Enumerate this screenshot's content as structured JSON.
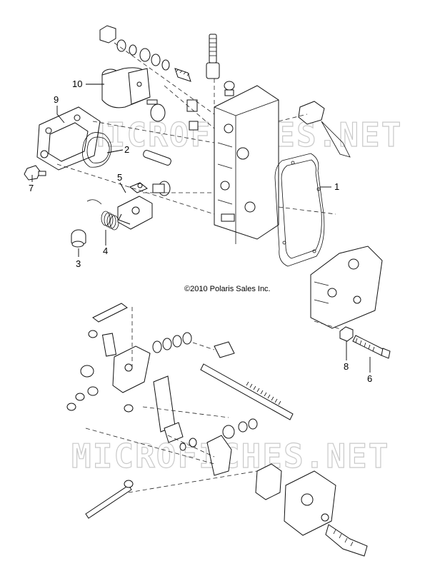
{
  "watermark": {
    "upper": "MICROFICHES.NET",
    "lower": "MICROFICHES.NET"
  },
  "copyright": "©2010 Polaris Sales Inc.",
  "callouts": {
    "c1": "1",
    "c2": "2",
    "c3": "3",
    "c4": "4",
    "c5": "5",
    "c6": "6",
    "c7": "7",
    "c8": "8",
    "c9": "9",
    "c10": "10"
  }
}
